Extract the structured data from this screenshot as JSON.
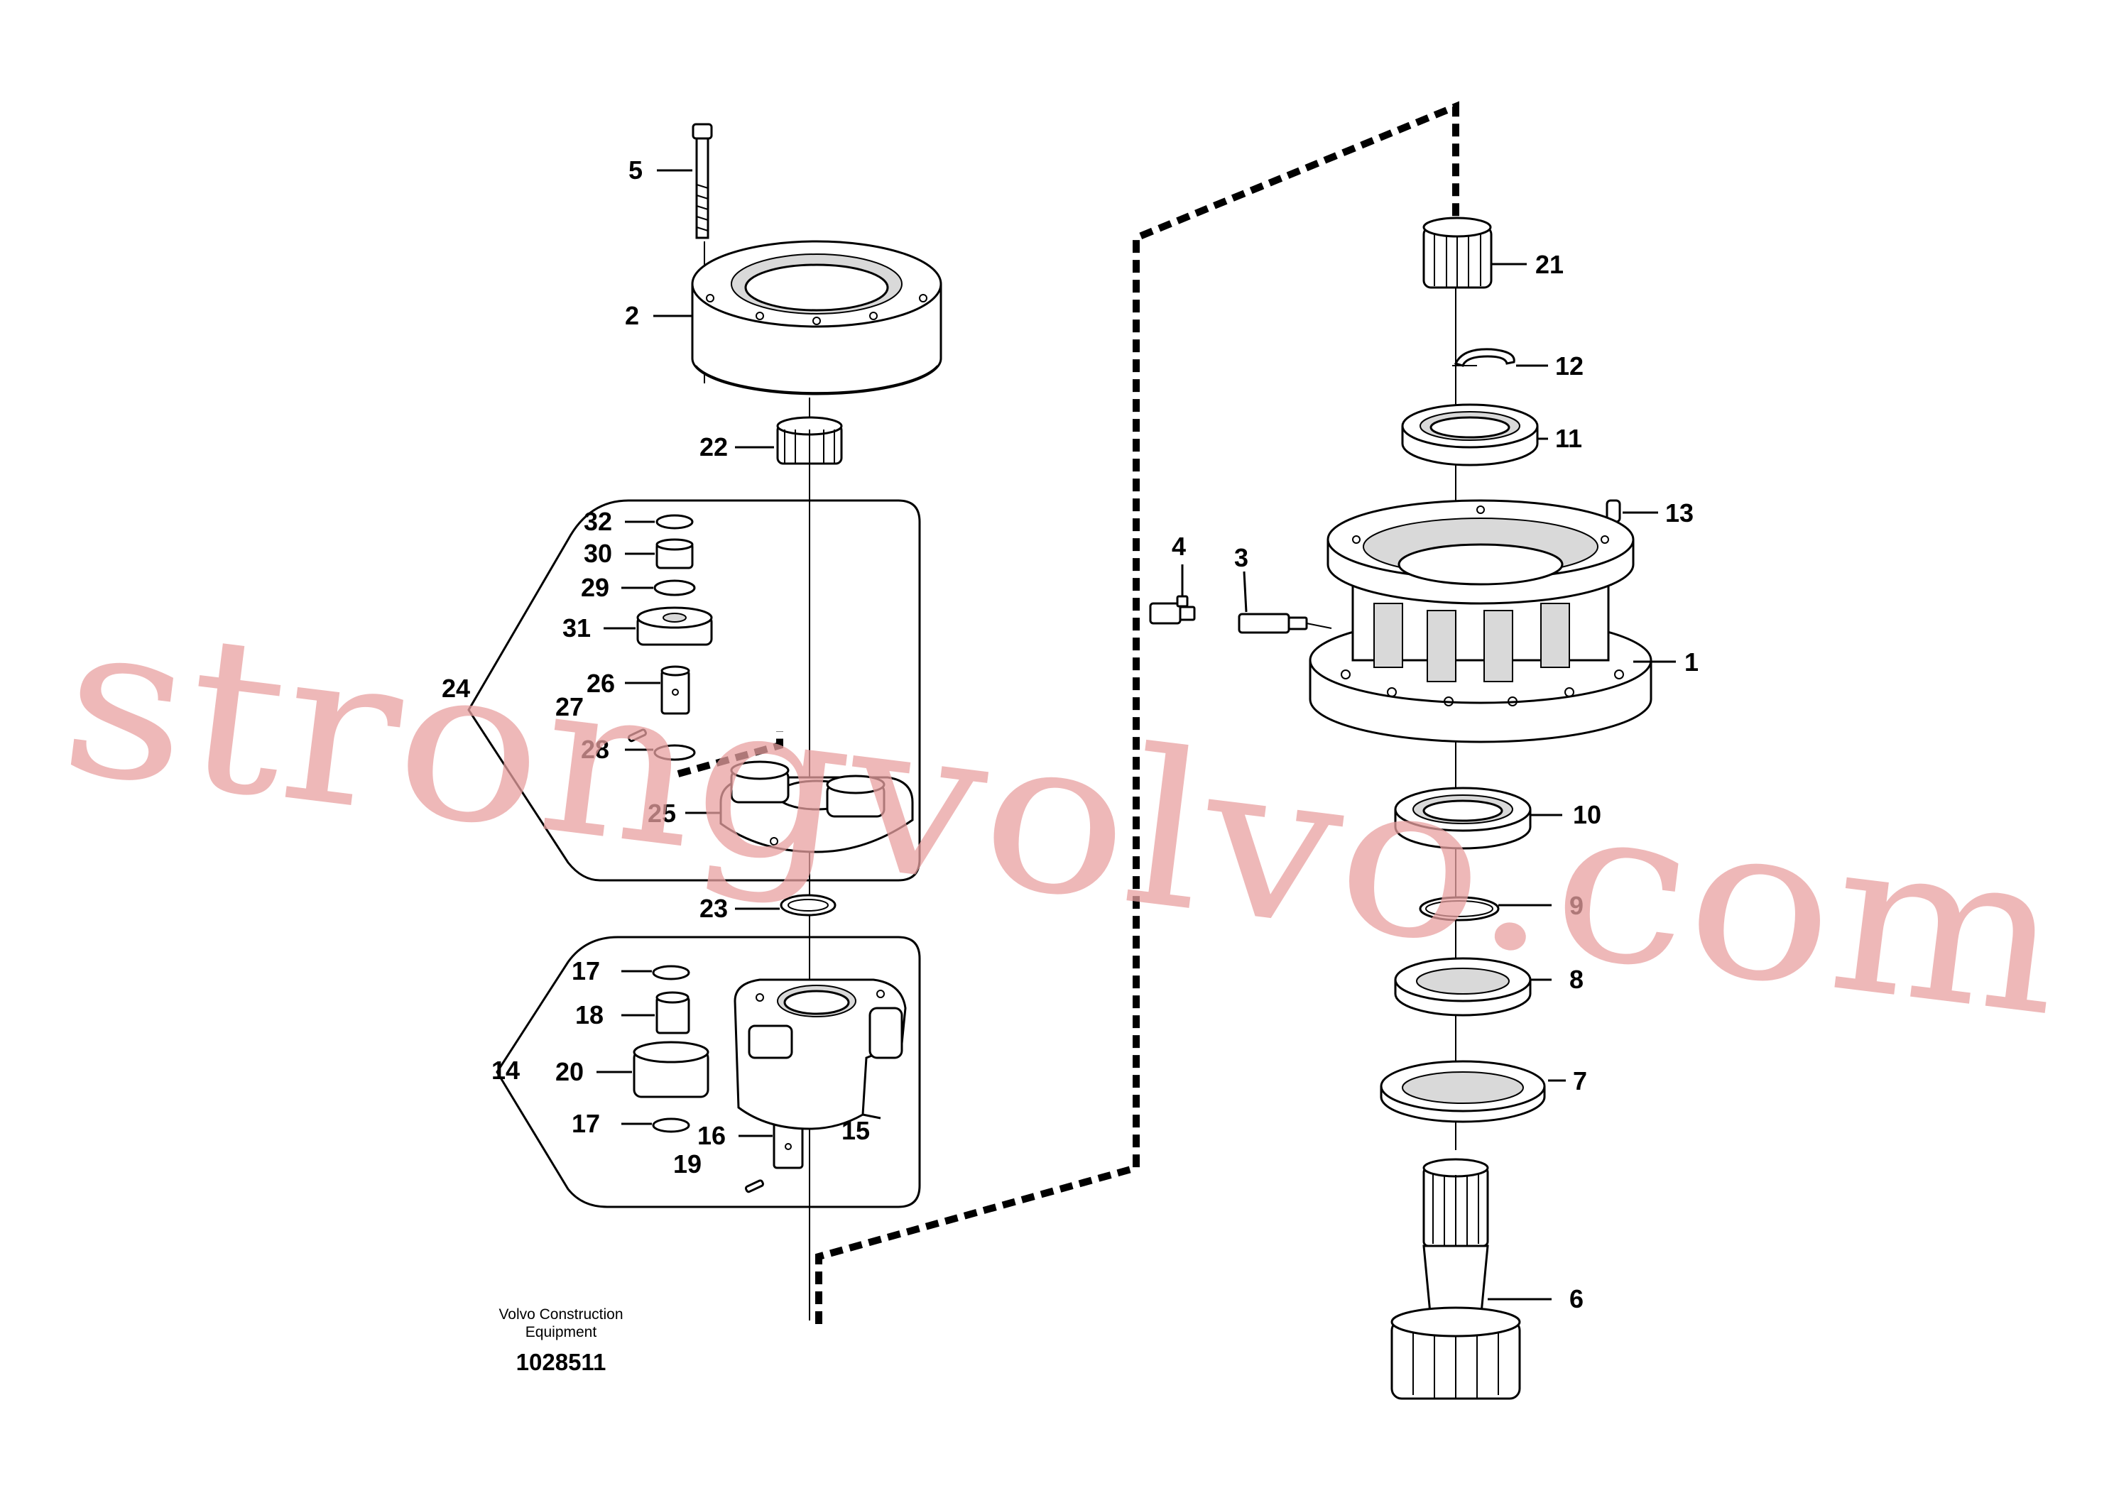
{
  "labels": {
    "p1": "1",
    "p2": "2",
    "p3": "3",
    "p4": "4",
    "p5": "5",
    "p6": "6",
    "p7": "7",
    "p8": "8",
    "p9": "9",
    "p10": "10",
    "p11": "11",
    "p12": "12",
    "p13": "13",
    "p14": "14",
    "p15": "15",
    "p16": "16",
    "p17a": "17",
    "p17b": "17",
    "p18": "18",
    "p19": "19",
    "p20": "20",
    "p21": "21",
    "p22": "22",
    "p23": "23",
    "p24": "24",
    "p25": "25",
    "p26": "26",
    "p27": "27",
    "p28": "28",
    "p29": "29",
    "p30": "30",
    "p31": "31",
    "p32": "32"
  },
  "caption": {
    "line1": "Volvo Construction",
    "line2": "Equipment",
    "number": "1028511"
  },
  "watermark": "strongvolvo.com"
}
